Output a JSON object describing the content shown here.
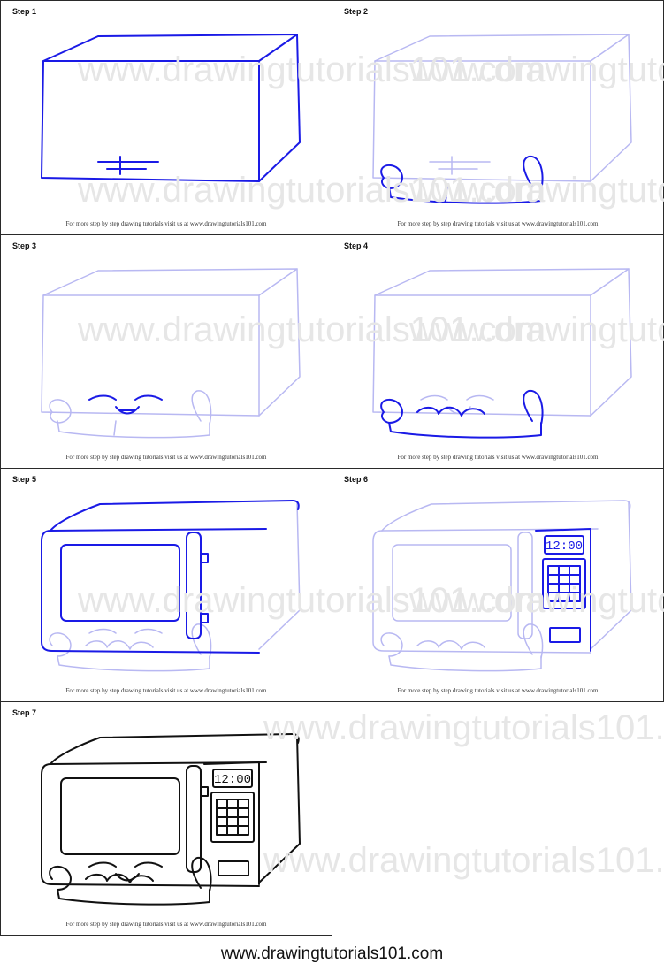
{
  "steps": [
    {
      "label": "Step 1"
    },
    {
      "label": "Step 2"
    },
    {
      "label": "Step 3"
    },
    {
      "label": "Step 4"
    },
    {
      "label": "Step 5"
    },
    {
      "label": "Step 6"
    },
    {
      "label": "Step 7"
    }
  ],
  "footer_note": "For more step by step drawing tutorials visit us at www.drawingtutorials101.com",
  "watermark_text": "www.drawingtutorials101.com",
  "clock_display": "12:00",
  "site_url": "www.drawingtutorials101.com",
  "colors": {
    "new_stroke": "#1a1ae6",
    "old_stroke": "#b8b8f2",
    "final_stroke": "#111111"
  }
}
